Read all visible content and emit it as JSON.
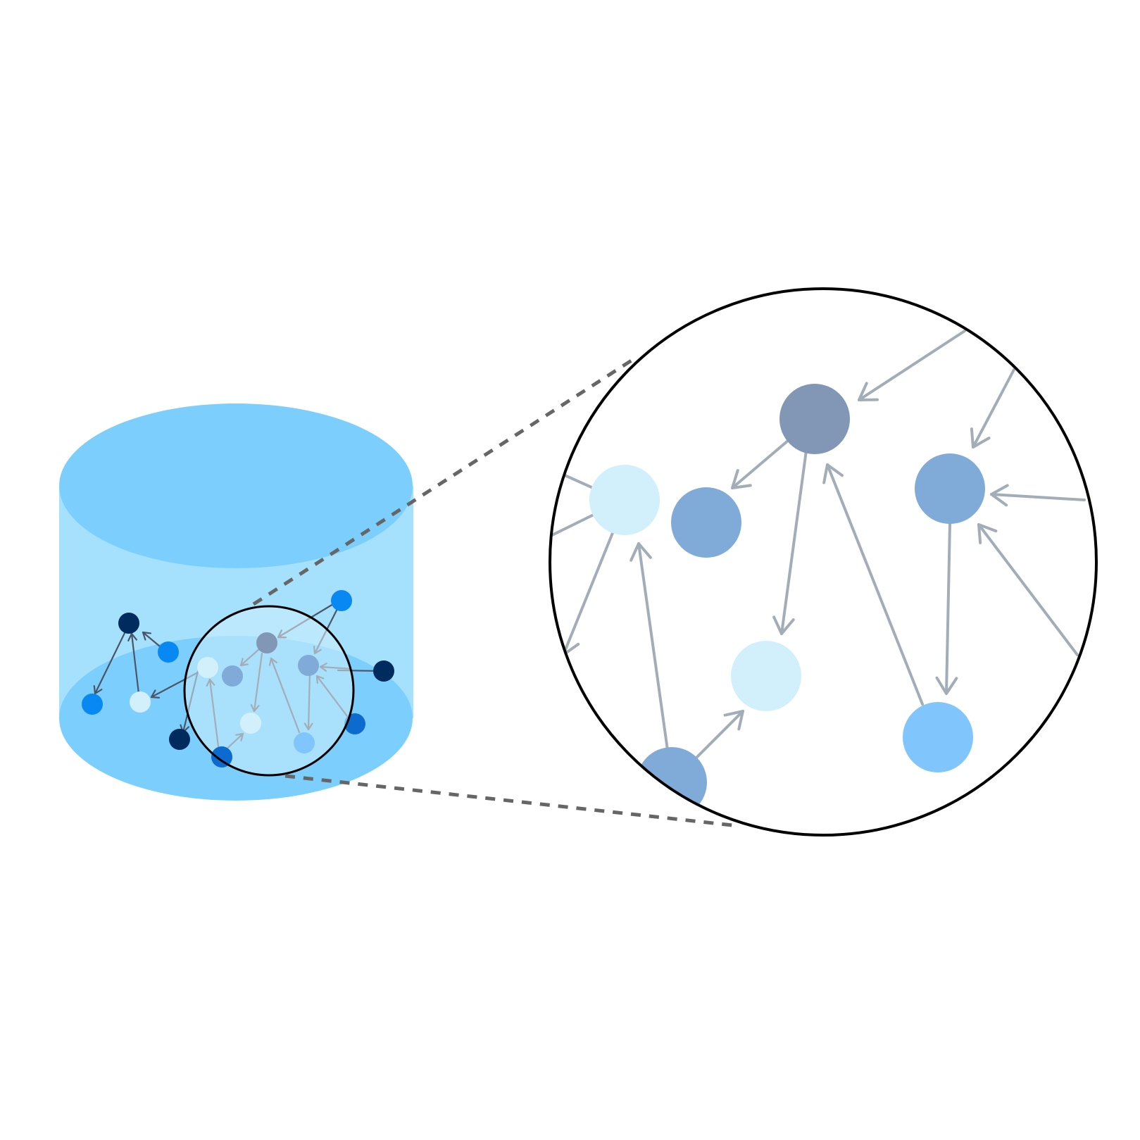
{
  "colors": {
    "background": "#ffffff",
    "cylinder_top": "#7ccffc",
    "cylinder_body": "#a5e0fc",
    "cylinder_bottom": "#7ccffc",
    "lens_fill": "#cdeffc",
    "outline": "#000000",
    "connector": "#666666",
    "edge_inside": "#a3adb8",
    "edge_outside": "#4a5568",
    "node_navy": "#002b5e",
    "node_blue": "#0788f2",
    "node_mid": "#0d6bd0",
    "node_steel": "#8297b6",
    "node_soft": "#80abd8",
    "node_pale": "#d2effc",
    "node_sky": "#80c5fb"
  },
  "diagram": {
    "small_nodes": [
      {
        "id": "a",
        "color": "node_navy"
      },
      {
        "id": "b",
        "color": "node_blue"
      },
      {
        "id": "c",
        "color": "node_blue"
      },
      {
        "id": "d",
        "color": "node_pale"
      },
      {
        "id": "e",
        "color": "node_navy"
      },
      {
        "id": "f",
        "color": "node_mid"
      },
      {
        "id": "g",
        "color": "node_blue"
      },
      {
        "id": "h",
        "color": "node_navy"
      },
      {
        "id": "i",
        "color": "node_mid"
      },
      {
        "id": "j",
        "color": "node_steel"
      },
      {
        "id": "k",
        "color": "node_pale"
      },
      {
        "id": "l",
        "color": "node_soft"
      },
      {
        "id": "m",
        "color": "node_soft"
      },
      {
        "id": "n",
        "color": "node_pale"
      },
      {
        "id": "o",
        "color": "node_sky"
      }
    ],
    "zoom_nodes": [
      {
        "id": "j",
        "color": "node_steel"
      },
      {
        "id": "k",
        "color": "node_pale"
      },
      {
        "id": "l",
        "color": "node_soft"
      },
      {
        "id": "m",
        "color": "node_soft"
      },
      {
        "id": "n",
        "color": "node_pale"
      },
      {
        "id": "o",
        "color": "node_sky"
      },
      {
        "id": "f",
        "color": "node_soft"
      }
    ]
  }
}
